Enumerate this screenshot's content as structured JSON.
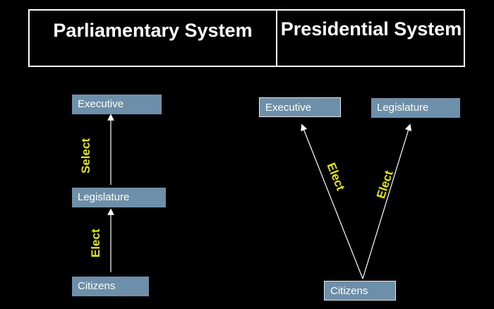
{
  "header": {
    "left_title": "Parliamentary System",
    "right_title": "Presidential System"
  },
  "parliamentary": {
    "executive": "Executive",
    "legislature": "Legislature",
    "citizens": "Citizens",
    "arrow_upper_label": "Select",
    "arrow_lower_label": "Elect"
  },
  "presidential": {
    "executive": "Executive",
    "legislature": "Legislature",
    "citizens": "Citizens",
    "arrow_left_label": "Elect",
    "arrow_right_label": "Elect"
  },
  "colors": {
    "background": "#000000",
    "box_fill": "#6e8fa9",
    "label": "#e6e800",
    "text": "#ffffff"
  }
}
